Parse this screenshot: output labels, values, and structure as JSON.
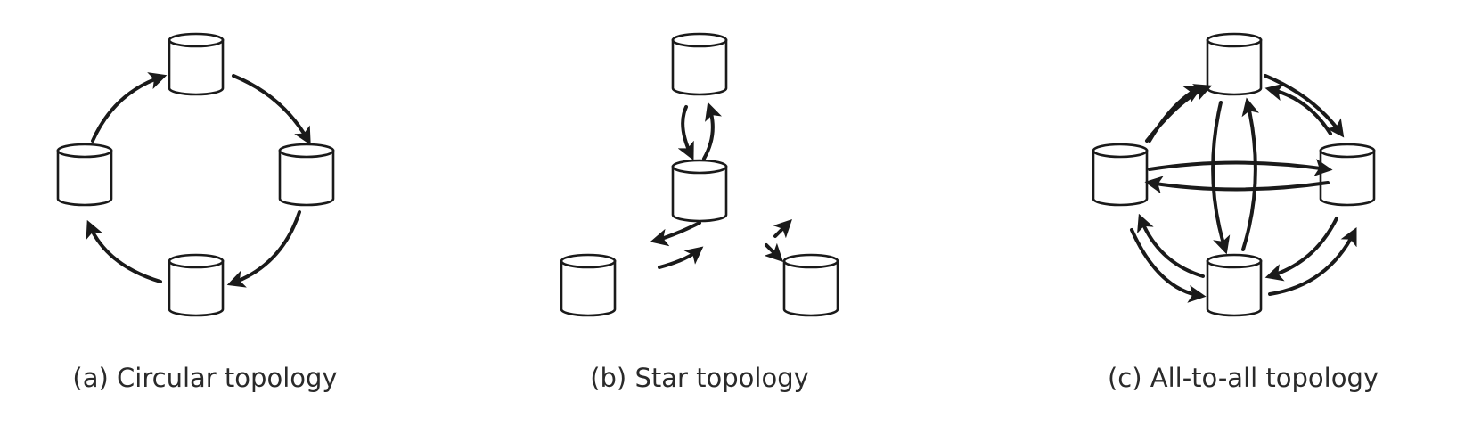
{
  "panels": [
    {
      "id": "a",
      "caption": "(a) Circular topology"
    },
    {
      "id": "b",
      "caption": "(b) Star topology"
    },
    {
      "id": "c",
      "caption": "(c) All-to-all topology"
    }
  ],
  "colors": {
    "stroke": "#1a1a1a",
    "caption": "#2a2a2a",
    "background": "#ffffff"
  }
}
